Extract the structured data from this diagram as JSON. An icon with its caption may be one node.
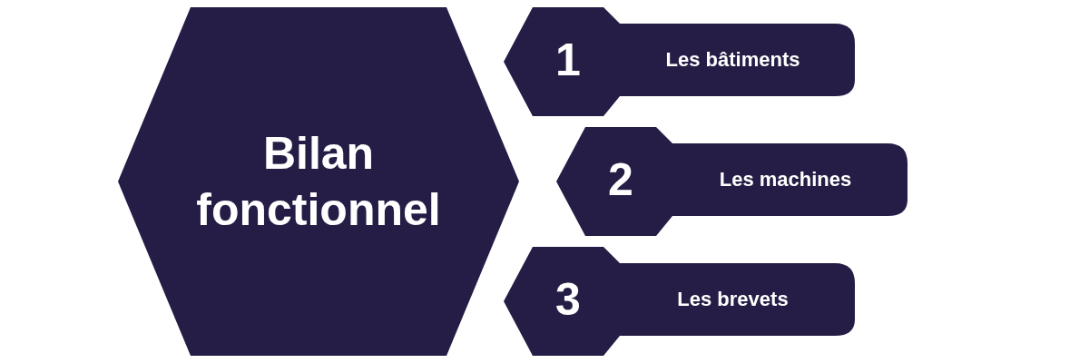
{
  "diagram": {
    "nodes": [
      {
        "text": [
          "Bilan fonctionnel"
        ]
      },
      {
        "text": [
          "1",
          "Les bâtiments"
        ]
      },
      {
        "text": [
          "2",
          "Les machines"
        ]
      },
      {
        "text": [
          "3",
          "Les brevets"
        ]
      }
    ]
  }
}
